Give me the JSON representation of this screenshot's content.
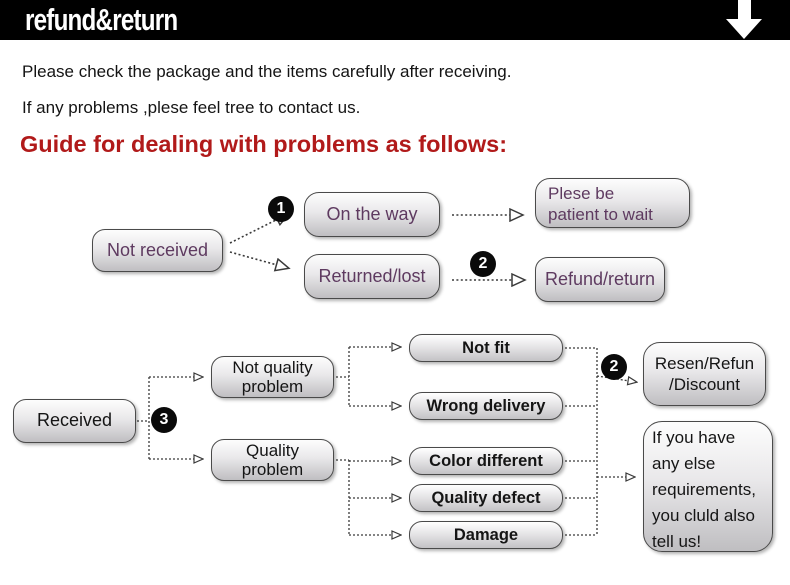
{
  "banner": {
    "title": "refund&return",
    "arrow_icon": "down-arrow"
  },
  "intro": {
    "line1": "Please check the package and the items carefully after receiving.",
    "line2": "If any problems ,plese feel tree to contact us."
  },
  "heading": "Guide for dealing with problems as follows:",
  "steps": {
    "one": "1",
    "two": "2",
    "three": "3"
  },
  "flow1": {
    "not_received": "Not received",
    "on_the_way": "On the way",
    "returned_lost": "Returned/lost",
    "patient_lines": [
      "Plese be",
      "patient to wait"
    ],
    "refund_return": "Refund/return"
  },
  "flow2": {
    "received": "Received",
    "not_quality_lines": [
      "Not quality",
      "problem"
    ],
    "quality_lines": [
      "Quality",
      "problem"
    ],
    "not_fit": "Not fit",
    "wrong_delivery": "Wrong delivery",
    "color_different": "Color different",
    "quality_defect": "Quality defect",
    "damage": "Damage",
    "resend_lines": [
      "Resen/Refun",
      "/Discount"
    ],
    "other_lines": [
      "If you have",
      "any else",
      "requirements,",
      "you cluld also",
      "tell us!"
    ]
  },
  "colors": {
    "banner_bg": "#000000",
    "heading_red": "#b11a1a",
    "flow1_text_purple": "#5e3a60",
    "connector_gray": "#3a3a3a",
    "box_gradient_top": "#fdfdfd",
    "box_gradient_bottom": "#bfbec1"
  }
}
